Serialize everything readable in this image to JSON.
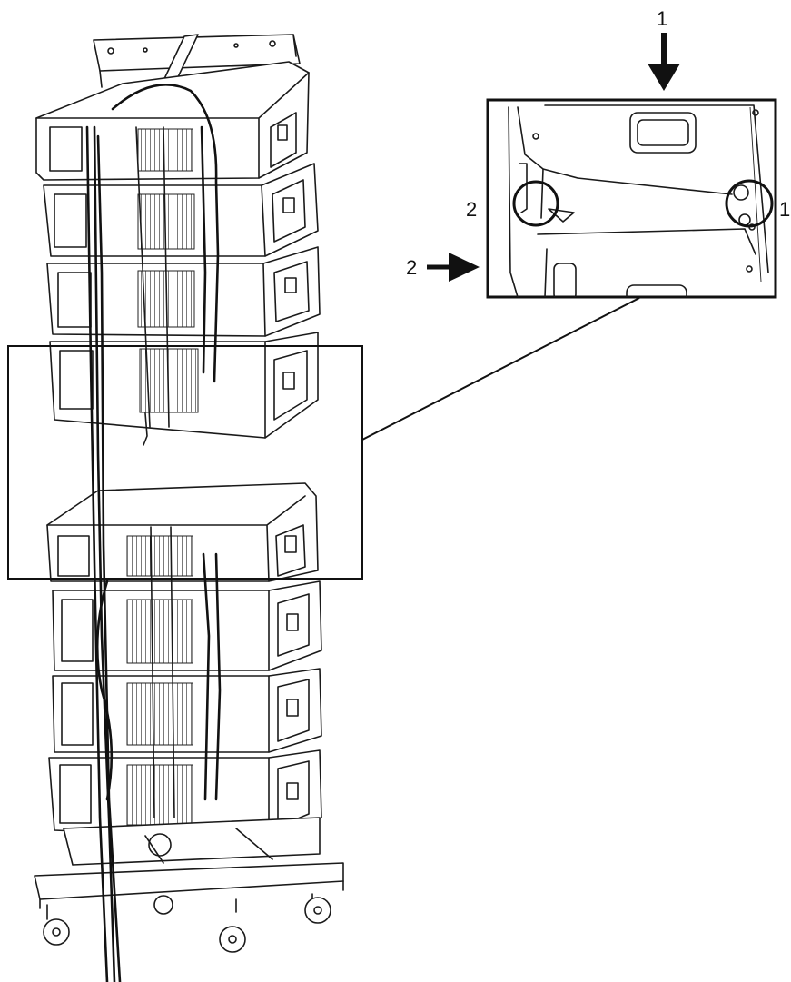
{
  "callouts": {
    "arrow_top_label": "1",
    "arrow_left_label": "2",
    "circle_left_label": "2",
    "circle_right_label": "1"
  }
}
